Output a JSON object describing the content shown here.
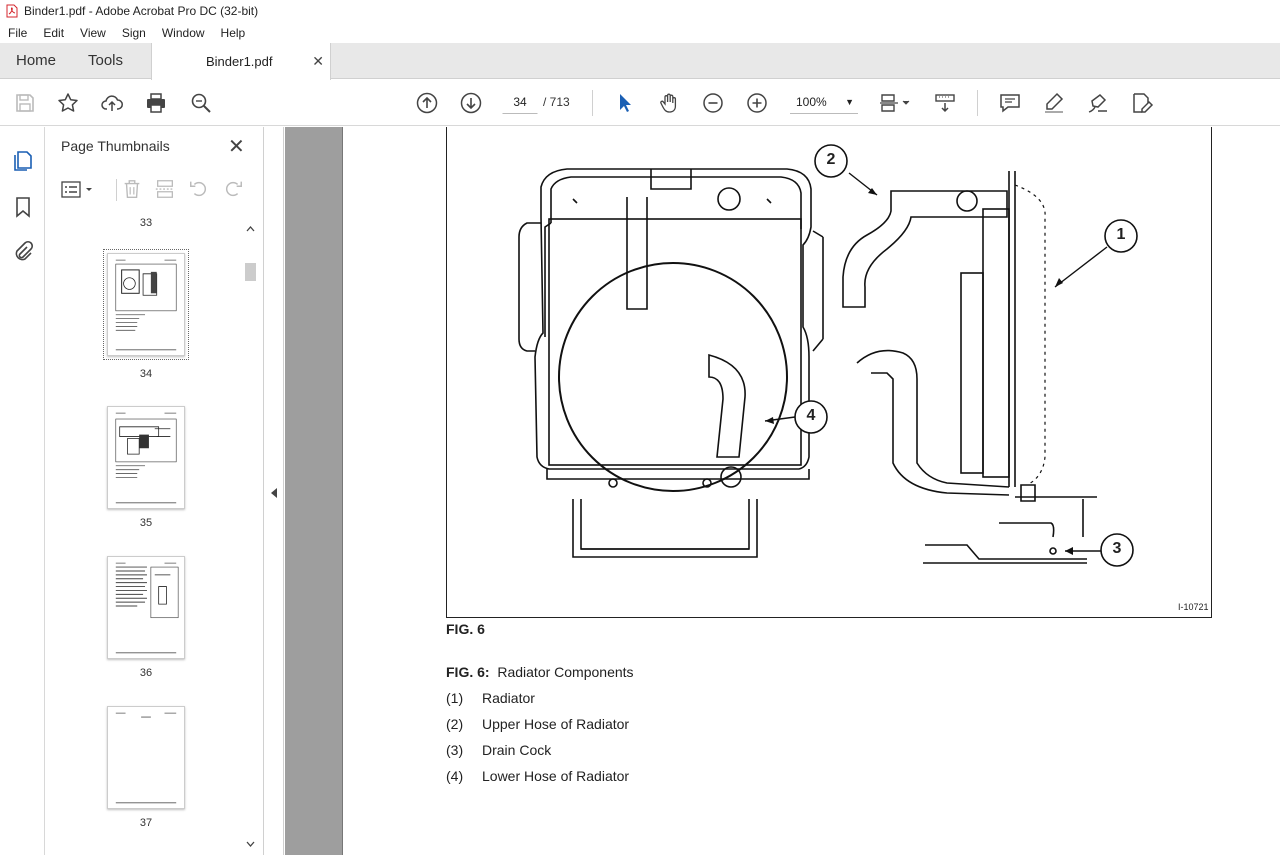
{
  "window": {
    "title": "Binder1.pdf - Adobe Acrobat Pro DC (32-bit)"
  },
  "menu": [
    "File",
    "Edit",
    "View",
    "Sign",
    "Window",
    "Help"
  ],
  "tabs": {
    "home": "Home",
    "tools": "Tools",
    "document": "Binder1.pdf"
  },
  "toolbar": {
    "page_current": "34",
    "page_total": "/ 713",
    "zoom": "100%",
    "icons": [
      "save-icon",
      "star-icon",
      "upload-icon",
      "print-icon",
      "search-icon",
      "page-up-icon",
      "page-down-icon",
      "select-cursor-icon",
      "hand-icon",
      "zoom-out-icon",
      "zoom-in-icon",
      "fit-page-icon",
      "scroll-mode-icon",
      "comment-icon",
      "highlight-icon",
      "sign-icon",
      "edit-pdf-icon"
    ]
  },
  "sidebar": {
    "title": "Page Thumbnails",
    "thumbnails": [
      {
        "page": "33"
      },
      {
        "page": "34",
        "selected": true
      },
      {
        "page": "35"
      },
      {
        "page": "36"
      },
      {
        "page": "37"
      }
    ]
  },
  "document": {
    "figure_id": "I-10721",
    "figure_label": "FIG. 6",
    "caption_label": "FIG. 6:",
    "caption_text": "Radiator Components",
    "callouts": [
      "1",
      "2",
      "3",
      "4"
    ],
    "legend": [
      {
        "num": "(1)",
        "text": "Radiator"
      },
      {
        "num": "(2)",
        "text": "Upper Hose of Radiator"
      },
      {
        "num": "(3)",
        "text": "Drain Cock"
      },
      {
        "num": "(4)",
        "text": "Lower Hose of Radiator"
      }
    ]
  }
}
